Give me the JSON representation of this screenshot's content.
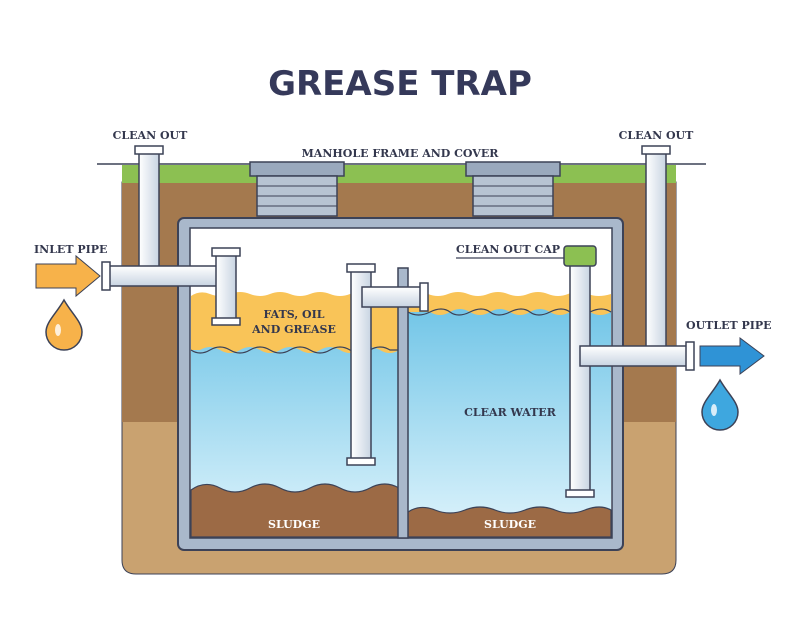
{
  "title": "GREASE TRAP",
  "labels": {
    "clean_out_left": "CLEAN OUT",
    "clean_out_right": "CLEAN OUT",
    "manhole": "MANHOLE FRAME AND COVER",
    "inlet_pipe": "INLET PIPE",
    "outlet_pipe": "OUTLET PIPE",
    "clean_out_cap": "CLEAN OUT CAP",
    "fog_line1": "FATS, OIL",
    "fog_line2": "AND GREASE",
    "clear_water": "CLEAR WATER",
    "sludge_left": "SLUDGE",
    "sludge_right": "SLUDGE"
  },
  "colors": {
    "outline": "#3c4257",
    "soil_dark": "#a4794e",
    "soil_light": "#c9a270",
    "grass": "#8cc052",
    "grease": "#f9c458",
    "water_top": "#7fcbe8",
    "water_bottom": "#d7f1fb",
    "sludge": "#9c6a45",
    "pipe": "#e3ebf4",
    "tank_wall": "#a9b8cb",
    "cap": "#8cc052",
    "inlet_arrow": "#f7b24a",
    "outlet_arrow": "#2f93d6",
    "oil_drop": "#f7b24a",
    "water_drop": "#3ea7df"
  }
}
